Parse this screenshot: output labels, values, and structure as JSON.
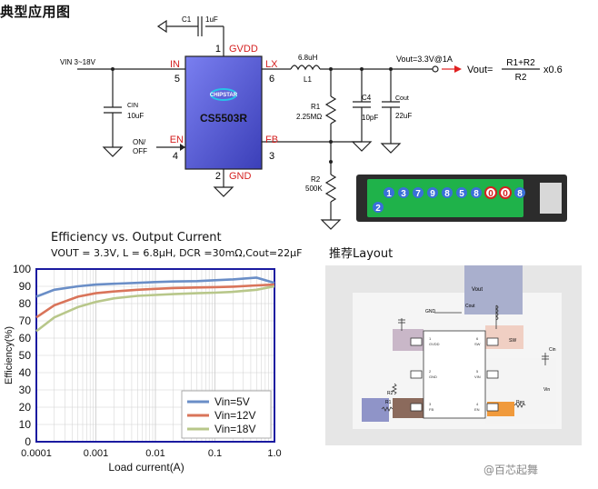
{
  "page_title": "典型应用图",
  "schematic": {
    "chip_name": "CS5503R",
    "chip_logo": "CHIPSTAR",
    "pins": {
      "p1": {
        "num": "1",
        "name": "GVDD"
      },
      "p5": {
        "num": "5",
        "name": "IN"
      },
      "p6": {
        "num": "6",
        "name": "LX"
      },
      "p4": {
        "num": "4",
        "name": "EN"
      },
      "p3": {
        "num": "3",
        "name": "FB"
      },
      "p2": {
        "num": "2",
        "name": "GND"
      }
    },
    "vin_label": "VIN  3~18V",
    "cin_name": "CIN",
    "cin_value": "10uF",
    "c1_name": "C1",
    "c1_value": "1uF",
    "onoff_on": "ON/",
    "onoff_off": "OFF",
    "l1_value": "6.8uH",
    "l1_name": "L1",
    "r1_name": "R1",
    "r1_value": "2.25MΩ",
    "c4_name": "C4",
    "c4_value": "10pF",
    "cout_name": "Cout",
    "cout_value": "22uF",
    "r2_name": "R2",
    "r2_value": "500K",
    "vout_label": "Vout=3.3V@1A",
    "formula_lhs": "Vout=",
    "formula_num": "R1+R2",
    "formula_den": "R2",
    "formula_mult": "x0.6"
  },
  "demo_board": {
    "digits": [
      "1",
      "3",
      "7",
      "9",
      "8",
      "5",
      "8",
      "0",
      "0",
      "8",
      "2"
    ],
    "accent": "#1fb24a"
  },
  "efficiency_chart": {
    "title": "Efficiency vs. Output Current",
    "subtitle": "VOUT = 3.3V, L = 6.8μH, DCR =30mΩ,Cout=22μF"
  },
  "chart_data": {
    "type": "line",
    "title": "Efficiency vs. Output Current",
    "xlabel": "Load current(A)",
    "ylabel": "Efficiency(%)",
    "x_scale": "log",
    "xlim": [
      0.0001,
      1.0
    ],
    "ylim": [
      0,
      100
    ],
    "x_ticks": [
      "0.0001",
      "0.001",
      "0.01",
      "0.1",
      "1.0"
    ],
    "y_ticks": [
      "0",
      "10",
      "20",
      "30",
      "40",
      "50",
      "60",
      "70",
      "80",
      "90",
      "100"
    ],
    "grid": true,
    "legend_position": "bottom-right",
    "x": [
      0.0001,
      0.0002,
      0.0005,
      0.001,
      0.002,
      0.005,
      0.01,
      0.02,
      0.05,
      0.1,
      0.2,
      0.5,
      1.0
    ],
    "series": [
      {
        "name": "Vin=5V",
        "color": "#6a8ec7",
        "values": [
          84,
          88,
          90,
          91,
          91.5,
          92,
          92.5,
          92.8,
          93,
          93.5,
          94,
          95,
          92
        ]
      },
      {
        "name": "Vin=12V",
        "color": "#d9745a",
        "values": [
          72,
          79,
          84,
          86,
          87,
          88,
          88.5,
          89,
          89.3,
          89.5,
          89.8,
          90.5,
          91
        ]
      },
      {
        "name": "Vin=18V",
        "color": "#b8c78a",
        "values": [
          64,
          72,
          78,
          81,
          83,
          84.5,
          85,
          85.5,
          86,
          86.3,
          86.8,
          88,
          90
        ]
      }
    ]
  },
  "layout": {
    "title": "推荐Layout",
    "labels": {
      "vout": "Vout",
      "gnd": "GND",
      "cout": "Cout",
      "sw": "SW",
      "cin": "Cin",
      "vin": "Vin",
      "ren": "Ren",
      "r2": "R2",
      "r1": "R1"
    },
    "ic_pins": {
      "p1": "1\nGVDD",
      "p2": "2\nGND",
      "p3": "3\nFB",
      "p6": "6\nSW",
      "p5": "5\nVIN",
      "p4": "4\nEN"
    }
  },
  "watermark": "@百芯起舞"
}
